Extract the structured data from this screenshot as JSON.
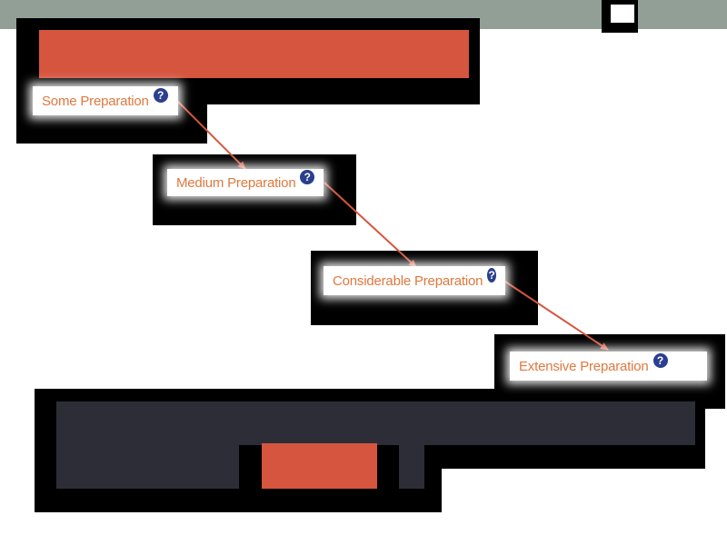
{
  "diagram": {
    "steps": [
      {
        "label": "Some Preparation",
        "help_icon": "question-mark-icon"
      },
      {
        "label": "Medium Preparation",
        "help_icon": "question-mark-icon"
      },
      {
        "label": "Considerable Preparation",
        "help_icon": "question-mark-icon"
      },
      {
        "label": "Extensive Preparation",
        "help_icon": "question-mark-icon"
      }
    ],
    "help_glyph": "?",
    "colors": {
      "topbar": "#929f97",
      "accent": "#d6553e",
      "label_text": "#e0783e",
      "help_icon": "#2a3f8e",
      "dark_bar": "#2d2d38",
      "arrow": "#d6553e"
    }
  }
}
